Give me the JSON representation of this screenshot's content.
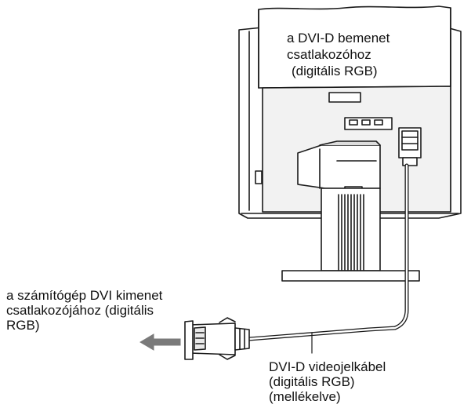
{
  "labels": {
    "dvi_input": [
      "a DVI-D bemenet",
      "csatlakozóhoz",
      "(digitális RGB)"
    ],
    "computer_output": [
      "a számítógép DVI kimenet",
      "csatlakozójához (digitális",
      "RGB)"
    ],
    "cable": [
      "DVI-D videojelkábel",
      "(digitális RGB)",
      "(mellékelve)"
    ]
  }
}
